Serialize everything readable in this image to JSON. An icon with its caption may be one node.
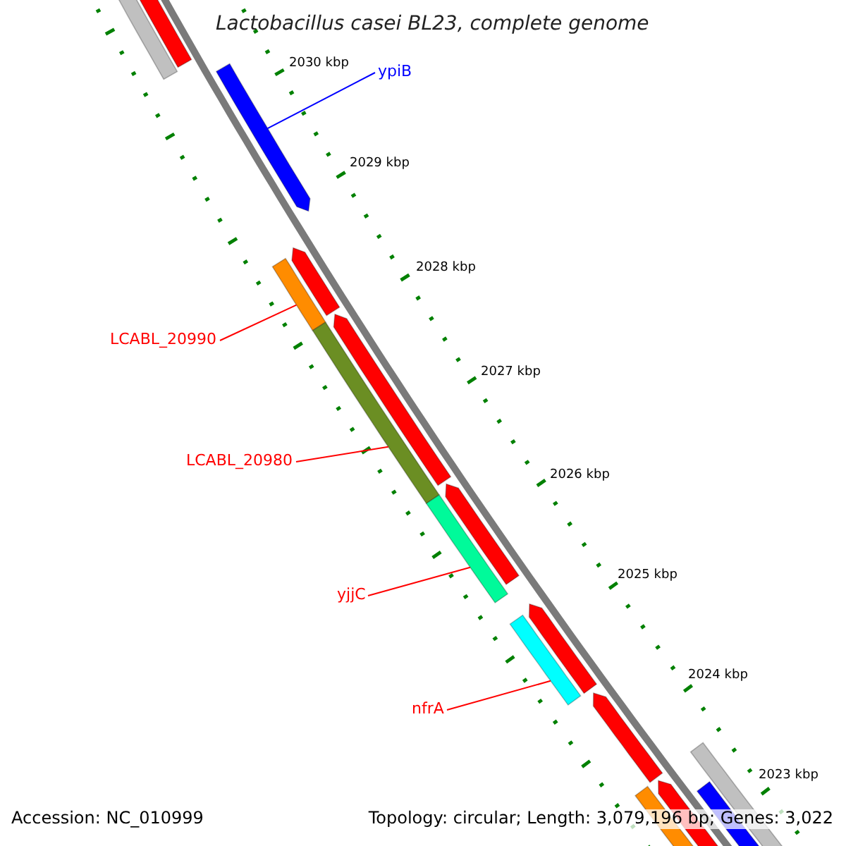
{
  "diagram": {
    "title": "Lactobacillus casei BL23, complete genome",
    "nodes": [
      {
        "text": [
          "ypiB"
        ]
      },
      {
        "text": [],
        "shape": "bar"
      },
      {
        "text": [
          "LCABL_20990"
        ]
      },
      {
        "text": [],
        "shape": "bar"
      },
      {
        "text": [
          "LCABL_20980"
        ]
      },
      {
        "text": [],
        "shape": "bar"
      },
      {
        "text": [
          "yjjC"
        ]
      },
      {
        "text": [],
        "shape": "bar"
      },
      {
        "text": [
          "nfrA"
        ]
      },
      {
        "text": [],
        "shape": "bar"
      }
    ],
    "edges": [
      {
        "from": 0,
        "to": 1,
        "arrow": "none",
        "color": "#0000ff"
      },
      {
        "from": 2,
        "to": 3,
        "arrow": "none"
      },
      {
        "from": 4,
        "to": 5,
        "arrow": "none"
      },
      {
        "from": 6,
        "to": 7,
        "arrow": "none"
      },
      {
        "from": 8,
        "to": 9,
        "arrow": "none"
      }
    ],
    "labels": [
      "2030 kbp",
      "2029 kbp",
      "2028 kbp",
      "2027 kbp",
      "2026 kbp",
      "2025 kbp",
      "2024 kbp",
      "2023 kbp",
      "Accession: NC_010999",
      "Topology: circular; Length: 3,079,196 bp; Genes: 3,022"
    ]
  }
}
